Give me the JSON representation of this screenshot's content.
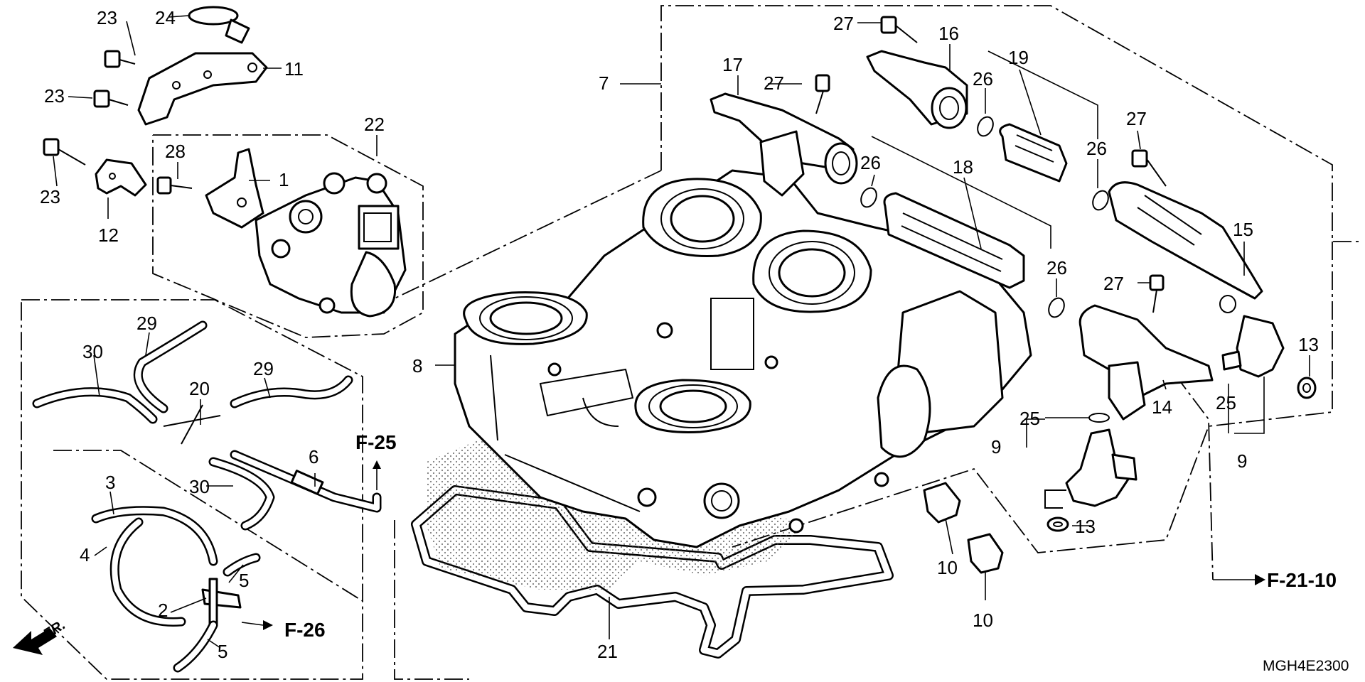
{
  "diagram": {
    "code": "MGH4E2300",
    "front_label": "FR.",
    "callouts": {
      "c1": "1",
      "c2": "2",
      "c3": "3",
      "c4": "4",
      "c5a": "5",
      "c5b": "5",
      "c6": "6",
      "c7": "7",
      "c8": "8",
      "c9a": "9",
      "c9b": "9",
      "c10a": "10",
      "c10b": "10",
      "c11": "11",
      "c12": "12",
      "c13a": "13",
      "c13b": "13",
      "c14": "14",
      "c15": "15",
      "c16": "16",
      "c17": "17",
      "c18": "18",
      "c19": "19",
      "c20": "20",
      "c21": "21",
      "c22": "22",
      "c23a": "23",
      "c23b": "23",
      "c23c": "23",
      "c24": "24",
      "c25a": "25",
      "c25b": "25",
      "c26a": "26",
      "c26b": "26",
      "c26c": "26",
      "c26d": "26",
      "c27a": "27",
      "c27b": "27",
      "c27c": "27",
      "c27d": "27",
      "c28": "28",
      "c29a": "29",
      "c29b": "29",
      "c30a": "30",
      "c30b": "30"
    },
    "refs": {
      "f25": "F-25",
      "f26": "F-26",
      "f2110": "F-21-10"
    }
  }
}
